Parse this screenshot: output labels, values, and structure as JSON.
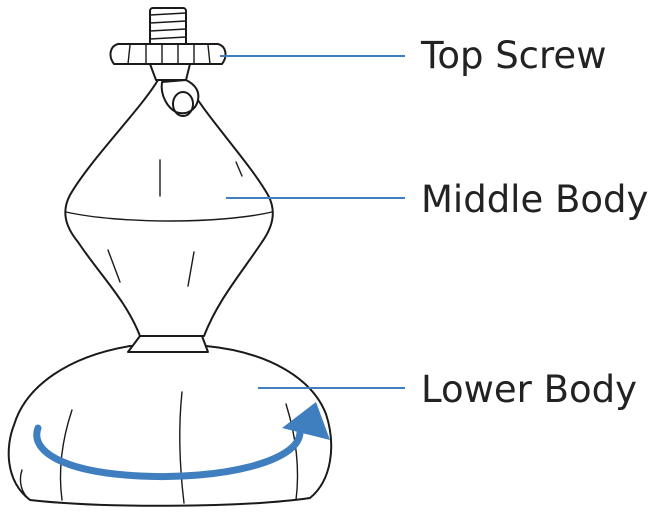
{
  "colors": {
    "leader": "#3f7fbf",
    "arrow": "#3f7fbf",
    "outline": "#1a1a1a",
    "text": "#222222"
  },
  "labels": {
    "top_screw": "Top Screw",
    "middle_body": "Middle Body",
    "lower_body": "Lower Body"
  },
  "icons": {
    "rotation": "rotation-arrow-icon"
  }
}
